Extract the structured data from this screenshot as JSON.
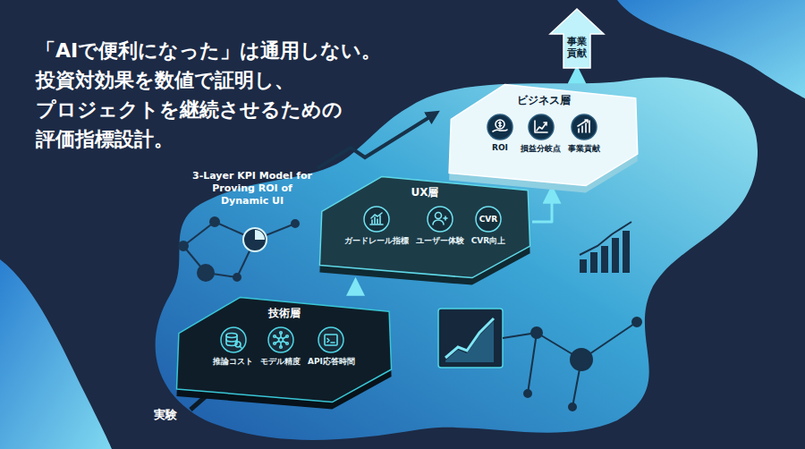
{
  "diagram": {
    "title": "「AIで便利になった」は通用しない。 投資対効果を数値で証明し、 プロジェクトを継続させるための 評価指標設計。",
    "nodes": [
      {
        "text": [
          "事業貢献"
        ]
      },
      {
        "text": [
          "ビジネス層"
        ]
      },
      {
        "text": [
          "ROI"
        ],
        "in": 1
      },
      {
        "text": [
          "損益分岐点"
        ],
        "in": 1
      },
      {
        "text": [
          "事業貢献"
        ],
        "in": 1
      },
      {
        "text": [
          "UX層"
        ]
      },
      {
        "text": [
          "ガードレール指標"
        ],
        "in": 5
      },
      {
        "text": [
          "ユーザー体験"
        ],
        "in": 5
      },
      {
        "text": [
          "CVR",
          "CVR向上"
        ],
        "in": 5
      },
      {
        "text": [
          "技術層"
        ]
      },
      {
        "text": [
          "推論コスト"
        ],
        "in": 9
      },
      {
        "text": [
          "モデル精度"
        ],
        "in": 9
      },
      {
        "text": [
          "API応答時間"
        ],
        "in": 9
      }
    ],
    "edges": [
      {
        "from": 9,
        "to": 5,
        "arrow": "to"
      },
      {
        "from": 5,
        "to": 1,
        "arrow": "to"
      },
      {
        "from": 1,
        "to": 0,
        "arrow": "to"
      }
    ],
    "labels": [
      "3-Layer KPI Model for Proving ROI of Dynamic UI",
      "実験"
    ]
  }
}
